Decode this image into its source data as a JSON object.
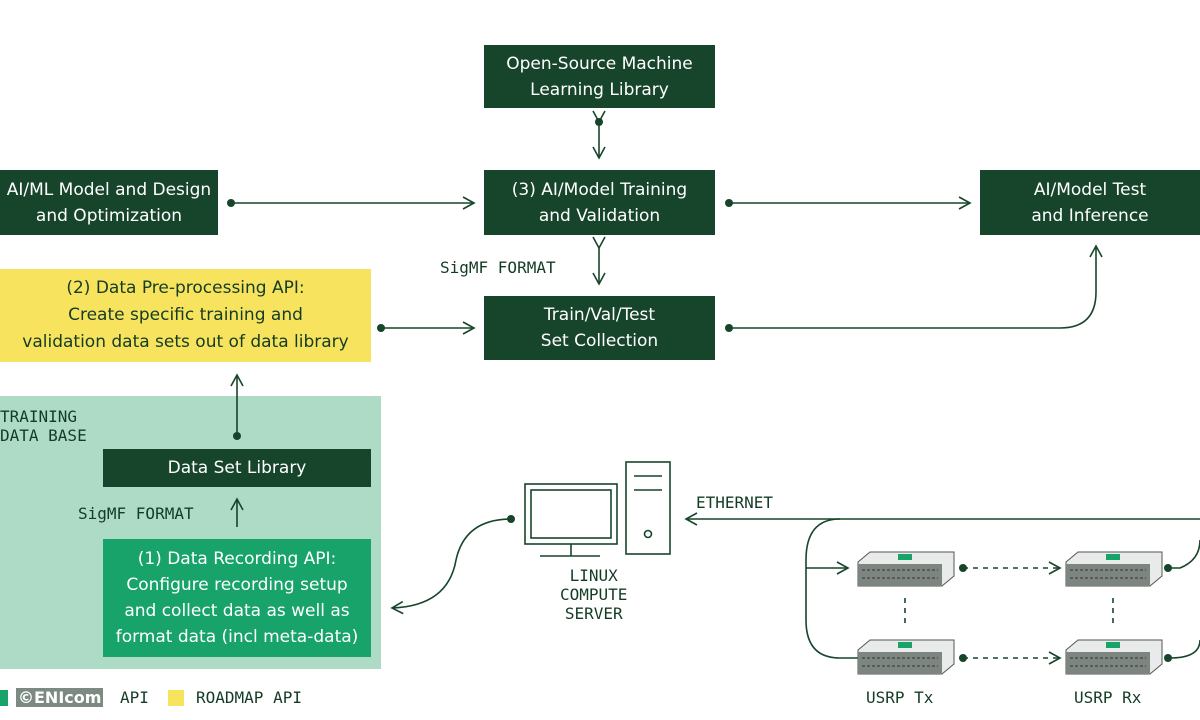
{
  "nodes": {
    "ml_library": "Open-Source Machine\nLearning Library",
    "model_design": "AI/ML Model and Design\nand Optimization",
    "training": "(3) AI/Model Training\nand Validation",
    "test_inference": "AI/Model Test\nand Inference",
    "preprocessing": "(2) Data Pre-processing API:\nCreate specific training and\nvalidation data sets out of data library",
    "train_val_test": "Train/Val/Test\nSet Collection",
    "dataset_library": "Data Set Library",
    "recording": "(1) Data Recording API:\nConfigure recording setup\nand collect data as well as\nformat data (incl meta-data)"
  },
  "labels": {
    "sigmf_top": "SigMF FORMAT",
    "sigmf_bottom": "SigMF FORMAT",
    "training_database": "TRAINING\nDATA BASE",
    "ethernet": "ETHERNET",
    "linux_server": "LINUX\nCOMPUTE\nSERVER",
    "usrp_tx": "USRP Tx",
    "usrp_rx": "USRP Rx"
  },
  "legend": {
    "item1": "API",
    "item2": "ROADMAP API"
  },
  "watermark": "©ENIcom",
  "colors": {
    "dark_green": "#17452b",
    "medium_green": "#17a36a",
    "light_green": "#aedbc5",
    "yellow": "#f8e35e"
  }
}
